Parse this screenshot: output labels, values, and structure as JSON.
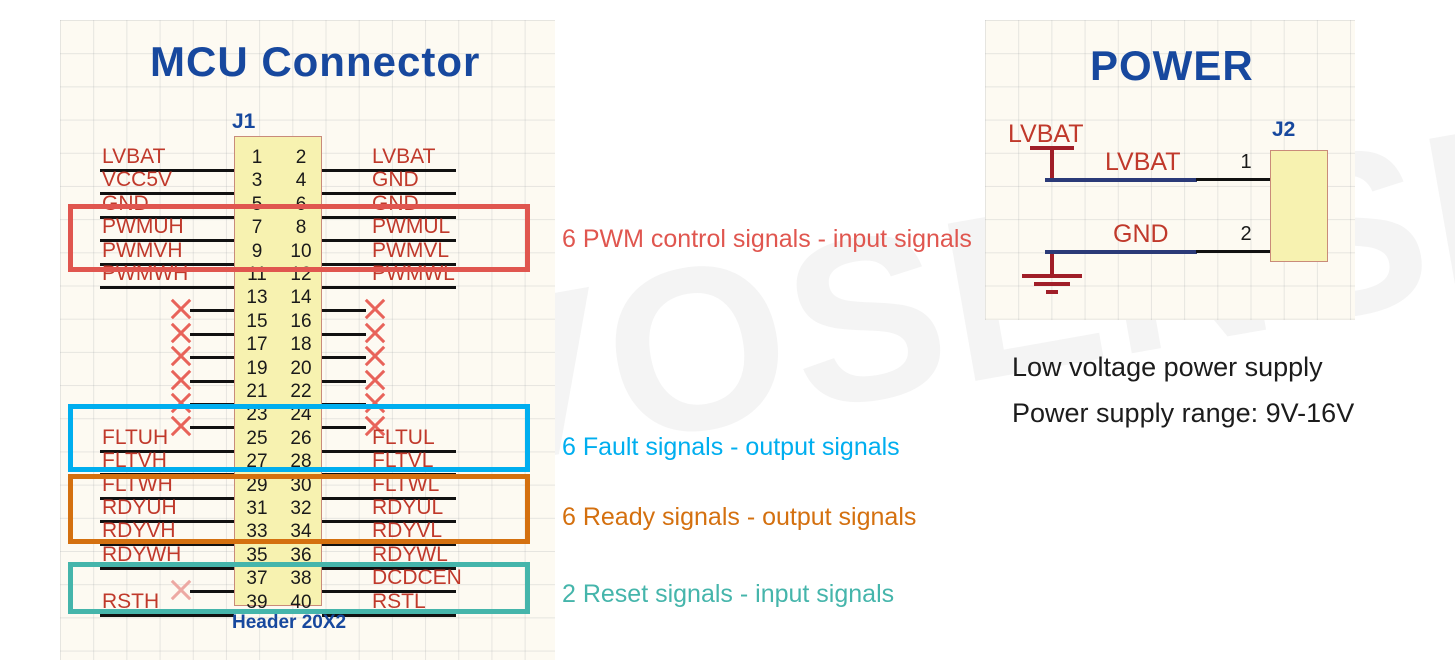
{
  "watermark": "NOVOSENSE",
  "mcu": {
    "title": "MCU  Connector",
    "refdes": "J1",
    "footer": "Header 20X2",
    "rows": [
      {
        "l_pin": "1",
        "r_pin": "2",
        "l_net": "LVBAT",
        "r_net": "LVBAT",
        "l_x": false,
        "r_x": false
      },
      {
        "l_pin": "3",
        "r_pin": "4",
        "l_net": "VCC5V",
        "r_net": "GND",
        "l_x": false,
        "r_x": false
      },
      {
        "l_pin": "5",
        "r_pin": "6",
        "l_net": "GND",
        "r_net": "GND",
        "l_x": false,
        "r_x": false
      },
      {
        "l_pin": "7",
        "r_pin": "8",
        "l_net": "PWMUH",
        "r_net": "PWMUL",
        "l_x": false,
        "r_x": false
      },
      {
        "l_pin": "9",
        "r_pin": "10",
        "l_net": "PWMVH",
        "r_net": "PWMVL",
        "l_x": false,
        "r_x": false
      },
      {
        "l_pin": "11",
        "r_pin": "12",
        "l_net": "PWMWH",
        "r_net": "PWMWL",
        "l_x": false,
        "r_x": false
      },
      {
        "l_pin": "13",
        "r_pin": "14",
        "l_net": "",
        "r_net": "",
        "l_x": true,
        "r_x": true
      },
      {
        "l_pin": "15",
        "r_pin": "16",
        "l_net": "",
        "r_net": "",
        "l_x": true,
        "r_x": true
      },
      {
        "l_pin": "17",
        "r_pin": "18",
        "l_net": "",
        "r_net": "",
        "l_x": true,
        "r_x": true
      },
      {
        "l_pin": "19",
        "r_pin": "20",
        "l_net": "",
        "r_net": "",
        "l_x": true,
        "r_x": true
      },
      {
        "l_pin": "21",
        "r_pin": "22",
        "l_net": "",
        "r_net": "",
        "l_x": true,
        "r_x": true
      },
      {
        "l_pin": "23",
        "r_pin": "24",
        "l_net": "",
        "r_net": "",
        "l_x": true,
        "r_x": true
      },
      {
        "l_pin": "25",
        "r_pin": "26",
        "l_net": "FLTUH",
        "r_net": "FLTUL",
        "l_x": false,
        "r_x": false
      },
      {
        "l_pin": "27",
        "r_pin": "28",
        "l_net": "FLTVH",
        "r_net": "FLTVL",
        "l_x": false,
        "r_x": false
      },
      {
        "l_pin": "29",
        "r_pin": "30",
        "l_net": "FLTWH",
        "r_net": "FLTWL",
        "l_x": false,
        "r_x": false
      },
      {
        "l_pin": "31",
        "r_pin": "32",
        "l_net": "RDYUH",
        "r_net": "RDYUL",
        "l_x": false,
        "r_x": false
      },
      {
        "l_pin": "33",
        "r_pin": "34",
        "l_net": "RDYVH",
        "r_net": "RDYVL",
        "l_x": false,
        "r_x": false
      },
      {
        "l_pin": "35",
        "r_pin": "36",
        "l_net": "RDYWH",
        "r_net": "RDYWL",
        "l_x": false,
        "r_x": false
      },
      {
        "l_pin": "37",
        "r_pin": "38",
        "l_net": "",
        "r_net": "DCDCEN",
        "l_x": true,
        "r_x": false
      },
      {
        "l_pin": "39",
        "r_pin": "40",
        "l_net": "RSTH",
        "r_net": "RSTL",
        "l_x": false,
        "r_x": false
      }
    ]
  },
  "annotations": [
    {
      "id": "pwm",
      "text": "6 PWM control signals - input signals",
      "color": "#e0564f"
    },
    {
      "id": "flt",
      "text": "6 Fault signals - output signals",
      "color": "#00aeef"
    },
    {
      "id": "rdy",
      "text": "6 Ready signals - output signals",
      "color": "#d4700f"
    },
    {
      "id": "rst",
      "text": "2 Reset signals - input signals",
      "color": "#45b5ab"
    }
  ],
  "power": {
    "title": "POWER",
    "refdes": "J2",
    "source_label": "LVBAT",
    "nets": [
      {
        "name": "LVBAT",
        "pin": "1"
      },
      {
        "name": "GND",
        "pin": "2"
      }
    ],
    "description_line1": "Low voltage power supply",
    "description_line2": "Power supply range: 9V-16V"
  },
  "colors": {
    "schematic_blue": "#17489e",
    "net_red": "#c0392b",
    "body_yellow": "#f7f2b0",
    "wire_blue": "#2b3a78",
    "pwm_red": "#e0564f",
    "fault_cyan": "#00aeef",
    "ready_orange": "#d4700f",
    "reset_teal": "#45b5ab"
  }
}
